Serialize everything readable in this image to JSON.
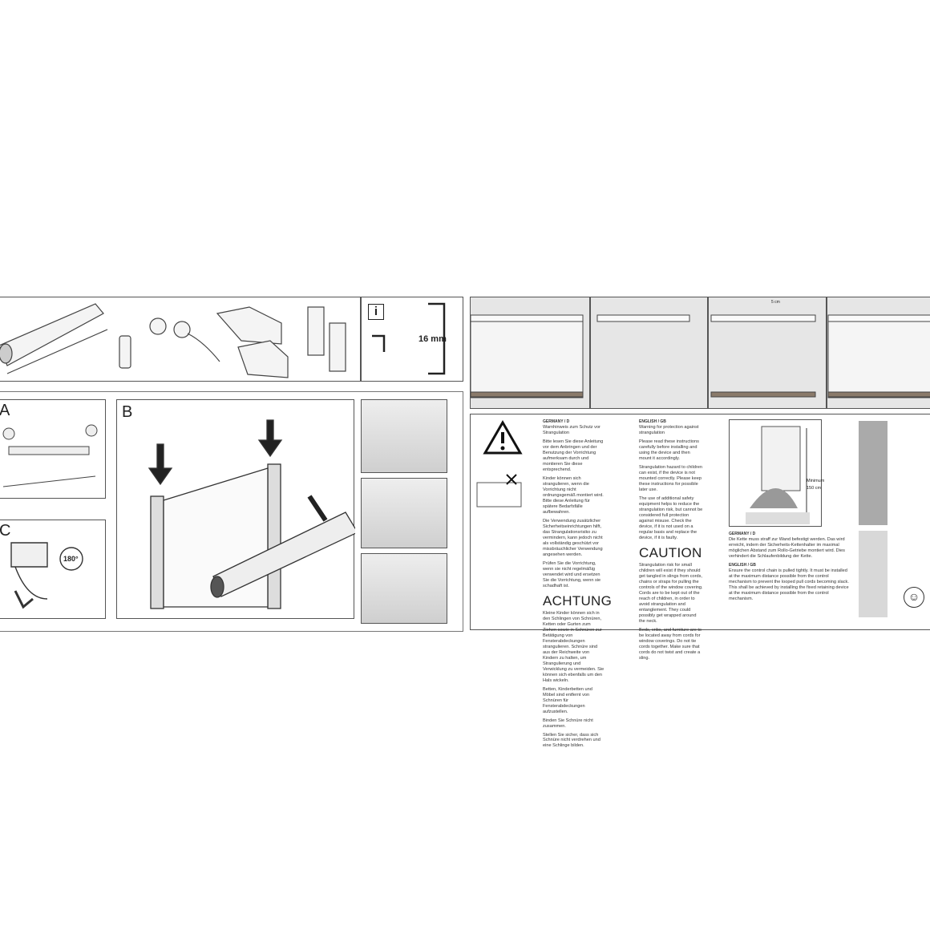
{
  "left_page": {
    "info_label": "i",
    "depth_label": "16 mm",
    "panel_a": "A",
    "panel_b": "B",
    "panel_c": "C",
    "rotation_label": "180°"
  },
  "right_page": {
    "strip_label": "5 cm",
    "de": {
      "region": "GERMANY / D",
      "subtitle": "Warnhinweis zum Schutz vor Strangulation",
      "p1": "Bitte lesen Sie diese Anleitung vor dem Anbringen und der Benutzung der Vorrichtung aufmerksam durch und montieren Sie diese entsprechend.",
      "p2": "Kinder können sich strangulieren, wenn die Vorrichtung nicht ordnungsgemäß montiert wird. Bitte diese Anleitung für spätere Bedarfsfälle aufbewahren.",
      "p3": "Die Verwendung zusätzlicher Sicherheitseinrichtungen hilft, das Strangulationsrisiko zu vermindern, kann jedoch nicht als vollständig geschützt vor missbräuchlicher Verwendung angesehen werden.",
      "p4": "Prüfen Sie die Vorrichtung, wenn sie nicht regelmäßig verwendet wird und ersetzen Sie die Vorrichtung, wenn sie schadhaft ist.",
      "heading": "ACHTUNG",
      "p5": "Kleine Kinder können sich in den Schlingen von Schnüren, Ketten oder Gurten zum Ziehen sowie in Schnüren zur Betätigung von Fensterabdeckungen strangulieren. Schnüre sind aus der Reichweite von Kindern zu halten, um Strangulierung und Verwicklung zu vermeiden. Sie können sich ebenfalls um den Hals wickeln.",
      "p6": "Betten, Kinderbetten und Möbel sind entfernt von Schnüren für Fensterabdeckungen aufzustellen.",
      "p7": "Binden Sie Schnüre nicht zusammen.",
      "p8": "Stellen Sie sicher, dass sich Schnüre nicht verdrehen und eine Schlinge bilden."
    },
    "en": {
      "region": "ENGLISH / GB",
      "subtitle": "Warning for protection against strangulation",
      "p1": "Please read these instructions carefully before installing and using the device and then mount it accordingly.",
      "p2": "Strangulation hazard to children can exist, if the device is not mounted correctly. Please keep these instructions for possible later use.",
      "p3": "The use of additional safety equipment helps to reduce the strangulation risk, but cannot be considered full protection against misuse. Check the device, if it is not used on a regular basis and replace the device, if it is faulty.",
      "heading": "CAUTION",
      "p4": "Strangulation risk for small children will exist if they should get tangled in slings from cords, chains or straps for pulling the controls of the window covering. Cords are to be kept out of the reach of children, in order to avoid strangulation and entanglement. They could possibly get wrapped around the neck.",
      "p5": "Beds, cribs, and furniture are to be located away from cords for window coverings. Do not tie cords together. Make sure that cords do not twist and create a sling."
    },
    "min_label": "Minimum",
    "min_value": "150 cm",
    "chain_de": {
      "region": "GERMANY / D",
      "text": "Die Kette muss straff zur Wand befestigt werden. Das wird erreicht, indem der Sicherheits-Kettenhalter im maximal möglichen Abstand zum Rollo-Getriebe montiert wird. Dies verhindert die Schlaufenbildung der Kette."
    },
    "chain_en": {
      "region": "ENGLISH / GB",
      "text": "Ensure the control chain is pulled tightly. It must be installed at the maximum distance possible from the control mechanism to prevent the looped pull cords becoming slack. This shall be achieved by installing the fixed retaining device at the maximum distance possible from the control mechanism."
    }
  }
}
